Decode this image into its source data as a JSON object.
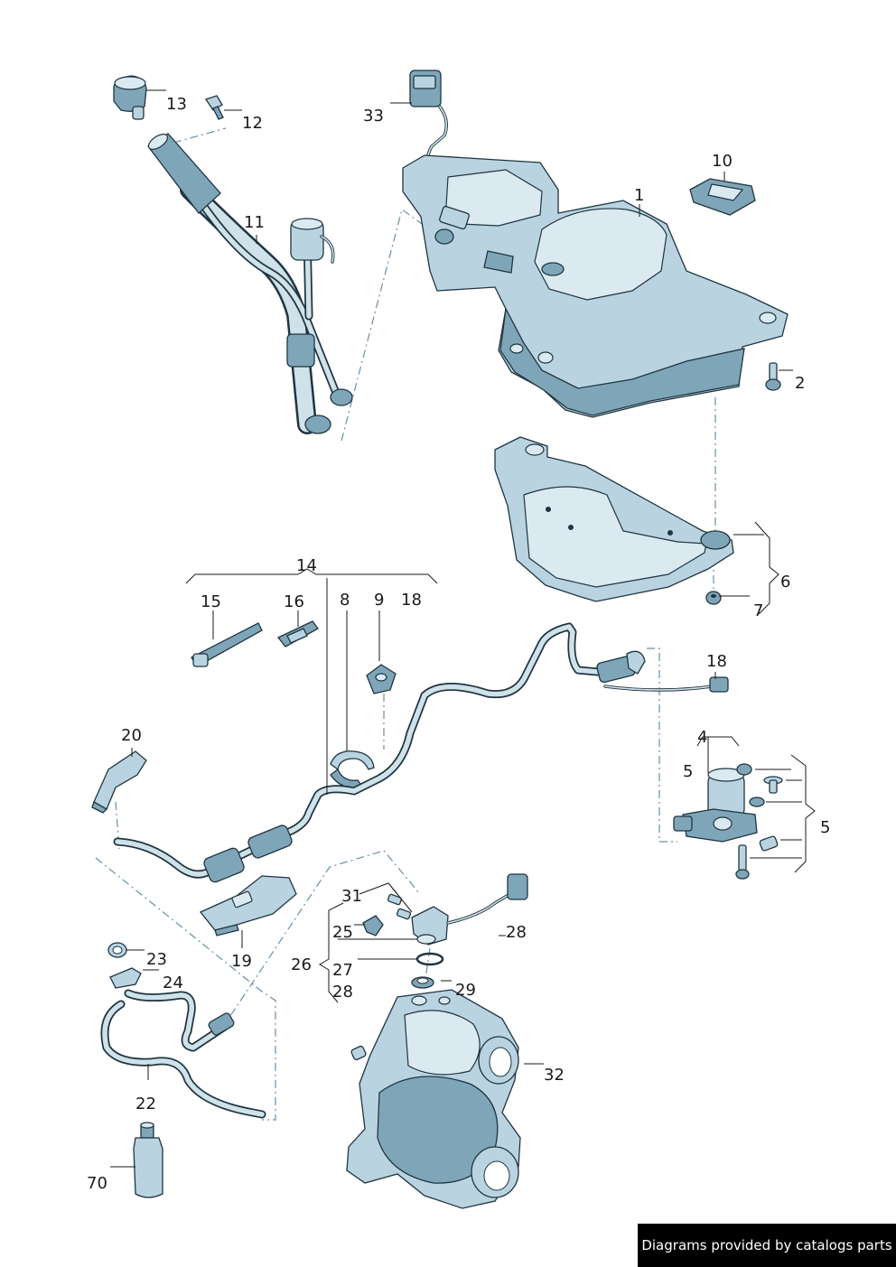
{
  "callouts": {
    "p1": "1",
    "p2": "2",
    "p4": "4",
    "p5a": "5",
    "p5b": "5",
    "p6": "6",
    "p7": "7",
    "p8": "8",
    "p9": "9",
    "p10": "10",
    "p11": "11",
    "p12": "12",
    "p13": "13",
    "p14": "14",
    "p15": "15",
    "p16": "16",
    "p18a": "18",
    "p18b": "18",
    "p19": "19",
    "p20": "20",
    "p22": "22",
    "p23": "23",
    "p24": "24",
    "p25": "25",
    "p26": "26",
    "p27": "27",
    "p28a": "28",
    "p28b": "28",
    "p29": "29",
    "p31": "31",
    "p32": "32",
    "p33": "33",
    "p70": "70"
  },
  "footer": {
    "credit": "Diagrams provided by catalogs parts"
  },
  "colors": {
    "part_fill": "#b9d4e0",
    "part_shadow": "#7fa6b8",
    "outline": "#1f3540",
    "phantom_line": "#6a8fa3",
    "credit_bg": "#000000"
  }
}
